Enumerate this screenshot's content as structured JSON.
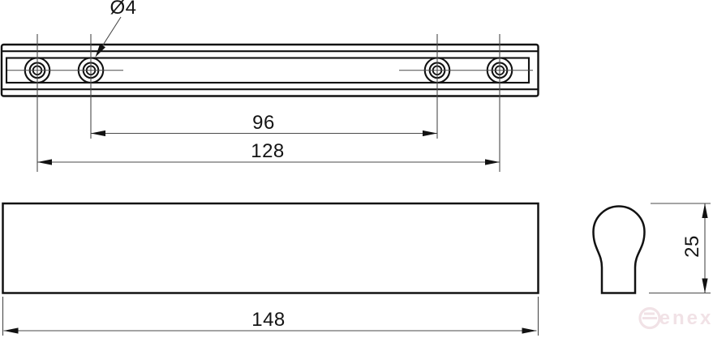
{
  "drawing": {
    "labels": {
      "hole_diameter": "Ø4",
      "inner_hole_pitch": "96",
      "outer_hole_pitch": "128",
      "overall_length": "148",
      "profile_height": "25"
    },
    "watermark": {
      "text": "enex",
      "color": "#f1e2e6"
    },
    "colors": {
      "object_line": "#121212",
      "thin_line": "#4a4a4a",
      "background": "#ffffff"
    }
  }
}
